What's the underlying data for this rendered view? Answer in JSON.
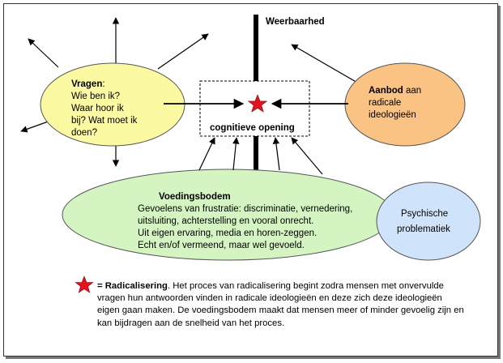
{
  "axis": {
    "label": "Weerbaarhed"
  },
  "center": {
    "label": "cognitieve opening"
  },
  "questions": {
    "heading": "Vragen",
    "colon": ":",
    "lines": [
      "Wie ben ik?",
      "Waar hoor ik",
      "bij? Wat moet ik",
      "doen?"
    ]
  },
  "offer": {
    "heading": "Aanbod",
    "lines": [
      " aan",
      "radicale",
      "ideologieën"
    ]
  },
  "breeding_ground": {
    "heading": "Voedingsbodem",
    "lines": [
      "Gevoelens van frustratie: discriminatie, vernedering,",
      "uitsluiting, achterstelling en vooral onrecht.",
      "Uit eigen ervaring, media en horen-zeggen.",
      "Echt en/of vermeend, maar wel gevoeld."
    ]
  },
  "psychic": {
    "lines": [
      "Psychische",
      "problematiek"
    ]
  },
  "legend": {
    "term": "= Radicalisering",
    "text": ". Het proces van radicalisering begint zodra mensen met onvervulde vragen hun antwoorden vinden in radicale ideologieën en deze zich deze ideologieën eigen gaan maken.  De voedingsbodem maakt dat mensen meer of minder gevoelig zijn en kan bijdragen aan de snelheid van het proces."
  },
  "colors": {
    "questions_fill": "#fbf9a2",
    "offer_fill": "#fbc383",
    "breeding_fill": "#d4f5c2",
    "psychic_fill": "#cfe4fb",
    "star": "#e2131f"
  }
}
